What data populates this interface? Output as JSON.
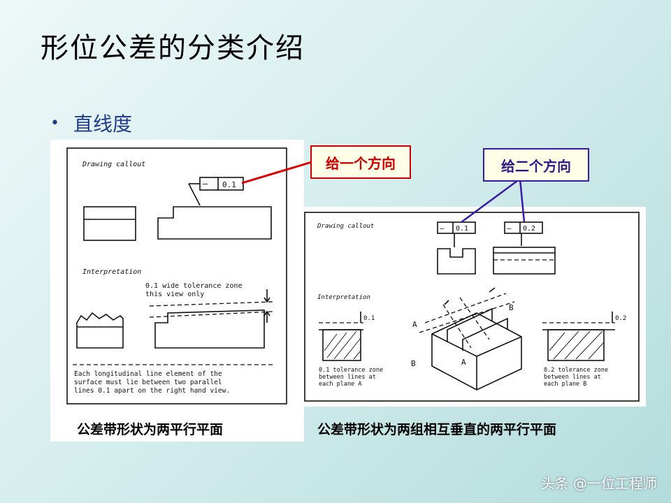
{
  "slide": {
    "title": "形位公差的分类介绍",
    "bullet": "直线度"
  },
  "callouts": {
    "one_direction": "给一个方向",
    "two_directions": "给二个方向"
  },
  "left_drawing": {
    "header": "Drawing callout",
    "frame_symbol": "—",
    "frame_value": "0.1",
    "interpretation": "Interpretation",
    "zone_note_1": "0.1 wide tolerance zone",
    "zone_note_2": "this view only",
    "note_1": "Each longitudinal line element of the",
    "note_2": "surface must lie between two parallel",
    "note_3": "lines 0.1 apart on the right hand view."
  },
  "right_drawing": {
    "header": "Drawing callout",
    "frame_symbol": "—",
    "frame_value_a": "0.1",
    "frame_value_b": "0.2",
    "interpretation": "Interpretation",
    "dim_a": "0.1",
    "dim_b": "0.2",
    "label_a": "A",
    "label_b": "B",
    "note_a_1": "0.1 tolerance zone",
    "note_a_2": "between lines at",
    "note_a_3": "each plane A",
    "note_b_1": "0.2 tolerance zone",
    "note_b_2": "between lines at",
    "note_b_3": "each plane B"
  },
  "captions": {
    "left": "公差带形状为两平行平面",
    "right": "公差带形状为两组相互垂直的两平行平面"
  },
  "watermark": "头条 @一位工程师",
  "colors": {
    "title": "#000000",
    "bullet": "#1f3b8a",
    "callout_one_border": "#cc0000",
    "callout_one_text": "#d00000",
    "callout_two_border": "#3a1a9a",
    "callout_two_text": "#2a1a8a",
    "leader_one": "#dd0000",
    "leader_two": "#3a1aa8"
  }
}
